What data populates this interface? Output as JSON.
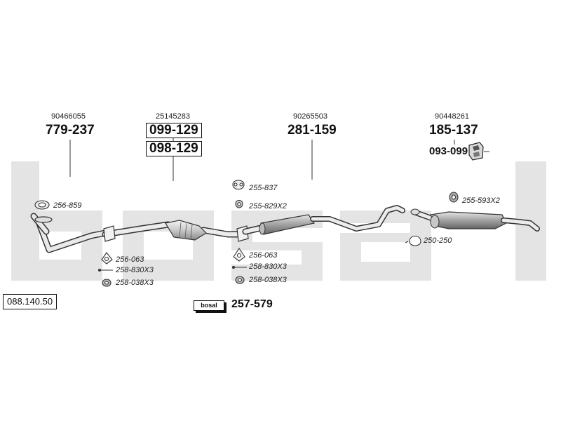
{
  "watermark": "bosal",
  "diagram_code": "088.140.50",
  "sections": {
    "front_pipe": {
      "reference": "90466055",
      "part": "779-237"
    },
    "catalytic_converter": {
      "reference": "25145283",
      "part_primary": "099-129",
      "part_secondary": "098-129"
    },
    "middle_silencer": {
      "reference": "90265503",
      "part": "281-159"
    },
    "rear_silencer": {
      "reference": "90448261",
      "part": "185-137",
      "part_extra": "093-099"
    }
  },
  "hardware": {
    "gasket_front": "256-859",
    "flange_gasket_1": "256-063",
    "bolt_1": "258-830X3",
    "spring_1": "258-038X3",
    "rubber_ring_1": "255-837",
    "clamp_1": "255-829X2",
    "flange_gasket_2": "256-063",
    "bolt_2": "258-830X3",
    "spring_2": "258-038X3",
    "rubber_mount_rear": "255-593X2",
    "clamp_rear": "250-250"
  },
  "kit": {
    "badge": "bosal",
    "part": "257-579"
  },
  "colors": {
    "watermark": "#e4e4e4",
    "line": "#222222",
    "metal_light": "#eeeeee",
    "metal_dark": "#9a9a9a"
  }
}
